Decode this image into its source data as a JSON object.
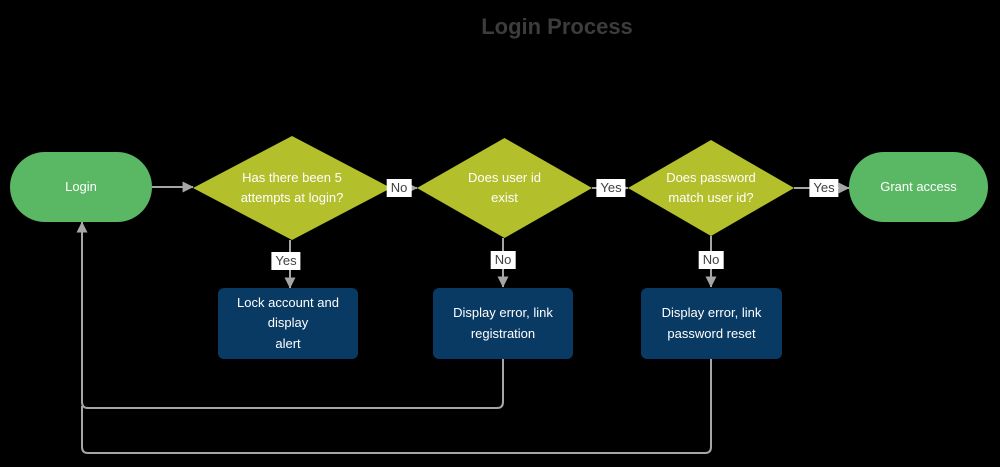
{
  "title": "Login Process",
  "colors": {
    "background": "#000000",
    "terminator_fill": "#5ab763",
    "decision_fill": "#b3c02c",
    "process_fill": "#093a63",
    "node_text": "#ffffff",
    "connector": "#a6a6a6",
    "edge_label_bg": "#ffffff",
    "edge_label_text": "#3f3f3f",
    "title_text": "#3c3c3c"
  },
  "nodes": {
    "login": {
      "type": "terminator",
      "label": "Login"
    },
    "attempts": {
      "type": "decision",
      "label": "Has there been 5\nattempts at login?"
    },
    "user_id": {
      "type": "decision",
      "label": "Does user id\nexist"
    },
    "password": {
      "type": "decision",
      "label": "Does password\nmatch user id?"
    },
    "grant": {
      "type": "terminator",
      "label": "Grant access"
    },
    "lock": {
      "type": "process",
      "label": "Lock account and display\nalert"
    },
    "registration": {
      "type": "process",
      "label": "Display error, link\nregistration"
    },
    "reset": {
      "type": "process",
      "label": "Display error, link\npassword reset"
    }
  },
  "edge_labels": {
    "attempts_no": "No",
    "user_id_yes": "Yes",
    "password_yes": "Yes",
    "attempts_yes": "Yes",
    "user_id_no": "No",
    "password_no": "No"
  }
}
